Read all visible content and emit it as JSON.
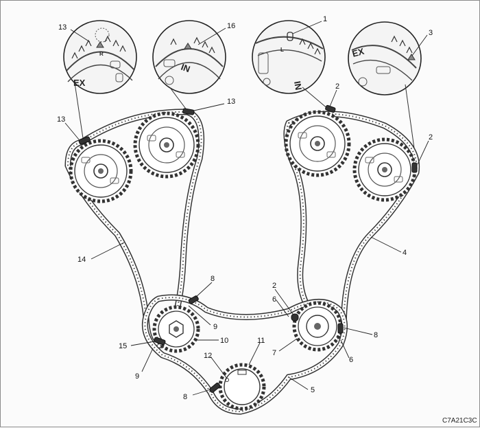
{
  "diagram": {
    "code": "C7A21C3C",
    "callouts": [
      "1",
      "2",
      "2",
      "2",
      "3",
      "4",
      "5",
      "6",
      "6",
      "7",
      "8",
      "8",
      "8",
      "9",
      "9",
      "10",
      "11",
      "12",
      "13",
      "13",
      "13",
      "14",
      "15",
      "16"
    ],
    "sprocket_marks": {
      "exhaust": "EX",
      "intake": "IN",
      "right": "R",
      "left": "L"
    }
  }
}
